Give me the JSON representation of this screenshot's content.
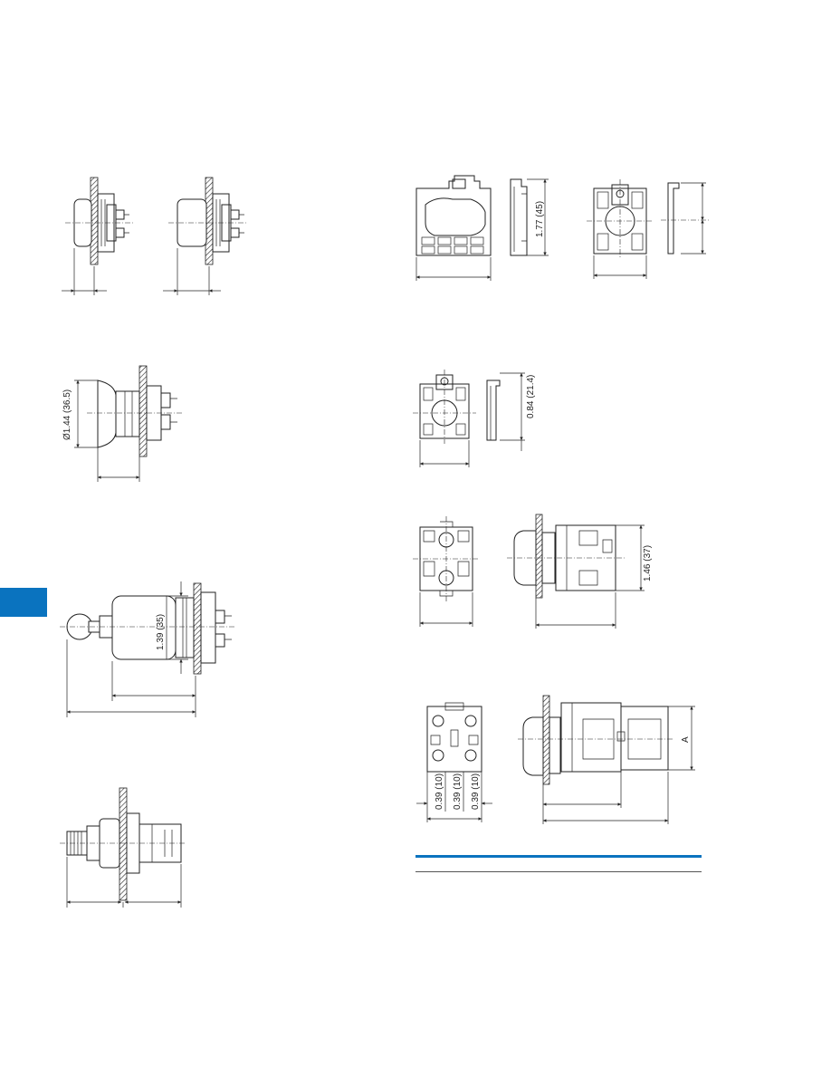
{
  "colors": {
    "accent": "#0a73bf",
    "line": "#222222"
  },
  "dimensions": {
    "mushroom_head_diameter": "Ø1.44 (36.5)",
    "key_switch_height": "1.39 (35)",
    "contact_block_height": "1.77 (45)",
    "mounting_adapter_height": "0.84 (21.4)",
    "pilot_block_height": "1.46 (37)",
    "contact_spacing_1": "0.39 (10)",
    "contact_spacing_2": "0.39 (10)",
    "contact_spacing_3": "0.39 (10)",
    "stack_height_label": "A"
  }
}
